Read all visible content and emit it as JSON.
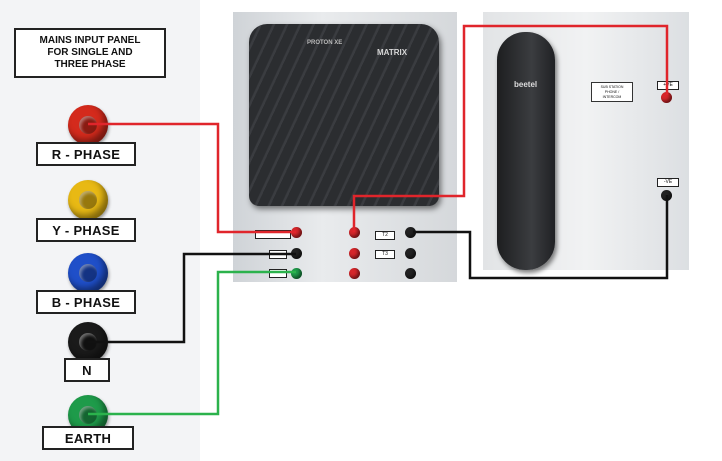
{
  "panel": {
    "title_lines": [
      "MAINS INPUT PANEL",
      "FOR SINGLE AND",
      "THREE PHASE"
    ]
  },
  "sockets": [
    {
      "id": "r",
      "label": "R - PHASE",
      "color": "#d42a1c",
      "icon": "red-socket-icon"
    },
    {
      "id": "y",
      "label": "Y - PHASE",
      "color": "#e8b914",
      "icon": "yellow-socket-icon"
    },
    {
      "id": "b",
      "label": "B - PHASE",
      "color": "#1f4fc9",
      "icon": "blue-socket-icon"
    },
    {
      "id": "n",
      "label": "N",
      "color": "#1a1a1a",
      "icon": "black-socket-icon"
    },
    {
      "id": "e",
      "label": "EARTH",
      "color": "#1e9b4a",
      "icon": "green-socket-icon"
    }
  ],
  "pbx": {
    "model": "PROTON XE",
    "brand": "MATRIX",
    "tags": [
      "T2",
      "T3"
    ]
  },
  "phone": {
    "brand": "beetel",
    "tag_lines": [
      "SUB STATION",
      "PHONE /",
      "INTERCOM"
    ],
    "terminal_labels": [
      "+VE",
      "-VE"
    ]
  },
  "wire_colors": {
    "red": "#e0252b",
    "black": "#111111",
    "green": "#2bb24c"
  }
}
